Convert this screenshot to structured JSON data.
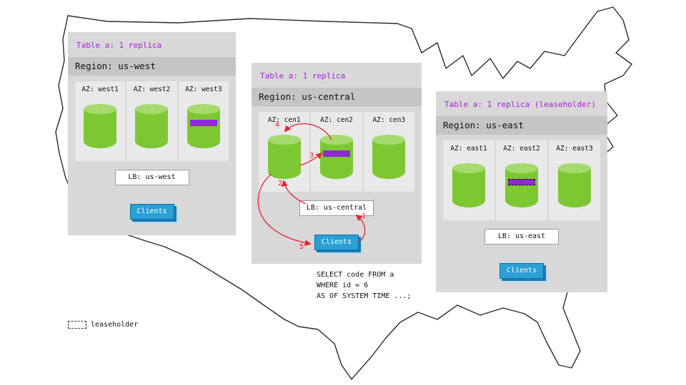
{
  "colors": {
    "cylinder_green": "#7dc832",
    "cylinder_green_top": "#a5da6e",
    "replica_purple": "#8e2bd0",
    "clients_blue": "#2b9fd6",
    "arrow_red": "#e8262c",
    "table_label_purple": "#aa22dd"
  },
  "regions": [
    {
      "table_label": "Table a: 1 replica",
      "region_label": "Region: us-west",
      "azs": [
        {
          "label": "AZ: west1"
        },
        {
          "label": "AZ: west2"
        },
        {
          "label": "AZ: west3"
        }
      ],
      "lb_label": "LB: us-west",
      "clients_label": "Clients"
    },
    {
      "table_label": "Table a: 1 replica",
      "region_label": "Region: us-central",
      "azs": [
        {
          "label": "AZ: cen1"
        },
        {
          "label": "AZ: cen2"
        },
        {
          "label": "AZ: cen3"
        }
      ],
      "lb_label": "LB: us-central",
      "clients_label": "Clients"
    },
    {
      "table_label": "Table a: 1 replica (leaseholder)",
      "region_label": "Region: us-east",
      "azs": [
        {
          "label": "AZ: east1"
        },
        {
          "label": "AZ: east2"
        },
        {
          "label": "AZ: east3"
        }
      ],
      "lb_label": "LB: us-east",
      "clients_label": "Clients"
    }
  ],
  "flow": {
    "s1": "1",
    "s2": "2",
    "s3": "3",
    "s4": "4",
    "s5": "5"
  },
  "query": {
    "line1": "SELECT code FROM a",
    "line2": "WHERE id = 6",
    "line3": "AS OF SYSTEM TIME ...;"
  },
  "legend": {
    "label": "leaseholder"
  }
}
